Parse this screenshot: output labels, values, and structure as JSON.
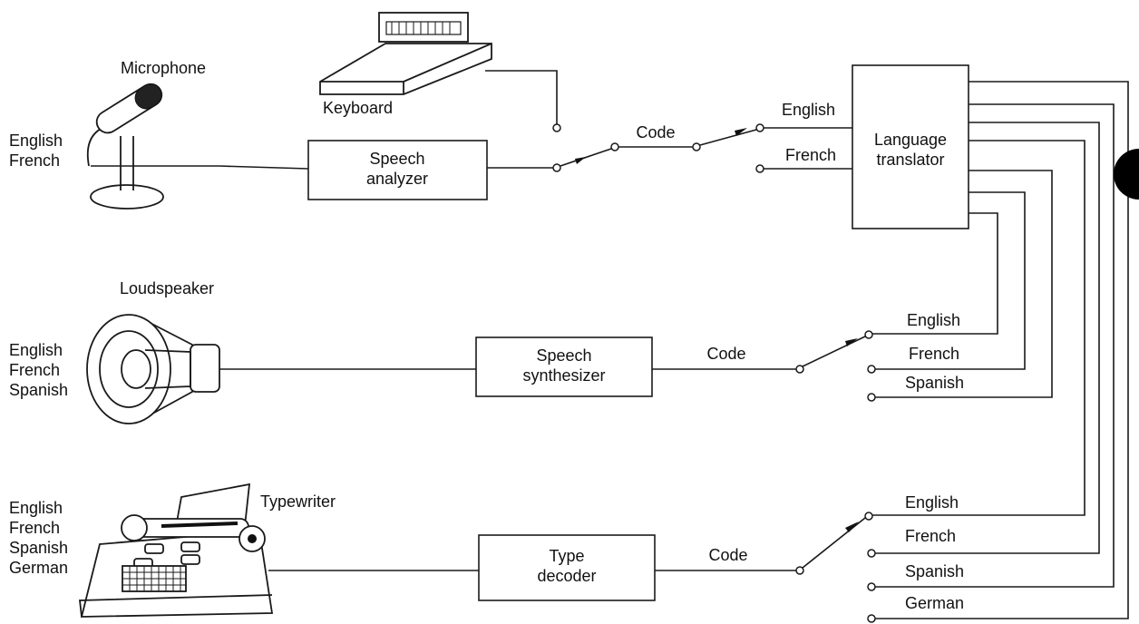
{
  "devices": {
    "microphone": {
      "name": "Microphone",
      "languages": [
        "English",
        "French"
      ]
    },
    "keyboard": {
      "name": "Keyboard"
    },
    "loudspeaker": {
      "name": "Loudspeaker",
      "languages": [
        "English",
        "French",
        "Spanish"
      ]
    },
    "typewriter": {
      "name": "Typewriter",
      "languages": [
        "English",
        "French",
        "Spanish",
        "German"
      ]
    }
  },
  "blocks": {
    "speech_analyzer": [
      "Speech",
      "analyzer"
    ],
    "language_translator": [
      "Language",
      "translator"
    ],
    "speech_synthesizer": [
      "Speech",
      "synthesizer"
    ],
    "type_decoder": [
      "Type",
      "decoder"
    ]
  },
  "code_labels": {
    "top": "Code",
    "middle": "Code",
    "bottom": "Code"
  },
  "translator_inputs": [
    "English",
    "French"
  ],
  "synth_outputs": [
    "English",
    "French",
    "Spanish"
  ],
  "type_outputs": [
    "English",
    "French",
    "Spanish",
    "German"
  ]
}
